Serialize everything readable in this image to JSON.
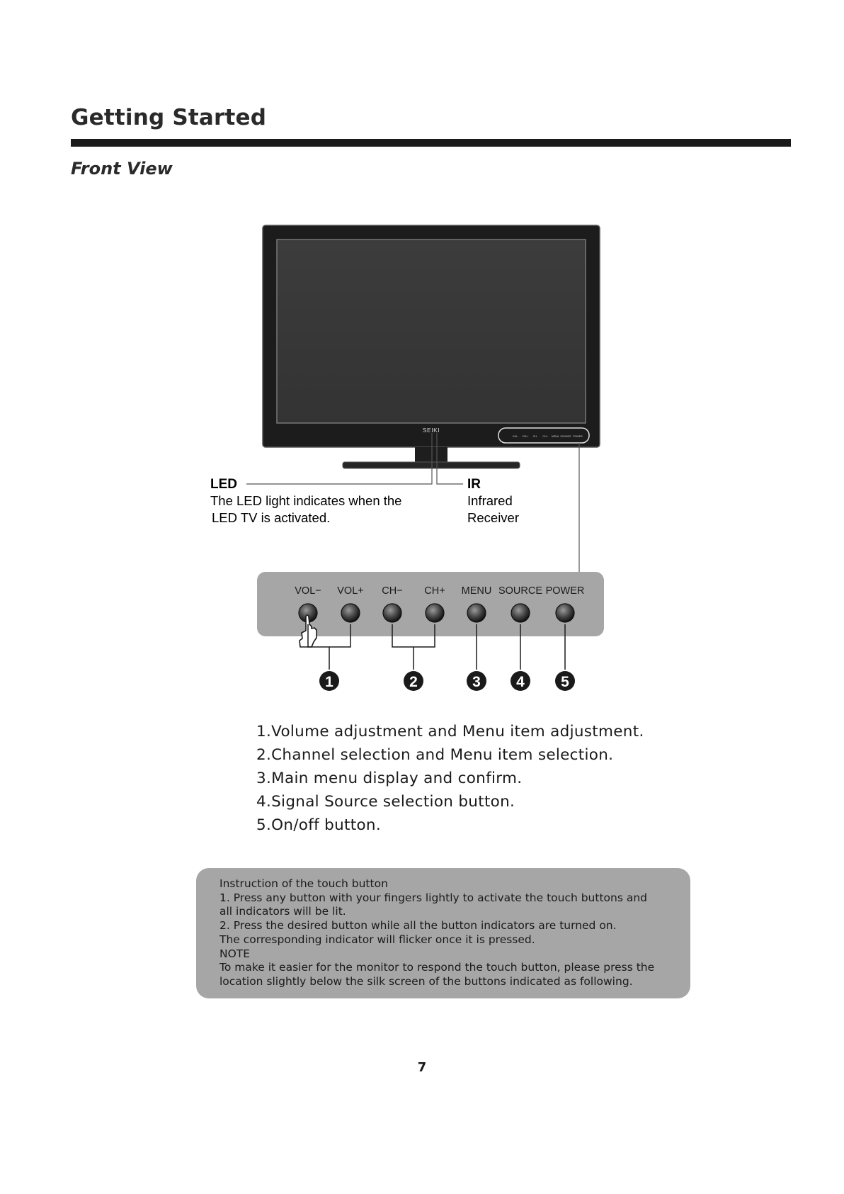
{
  "header": {
    "title": "Getting Started",
    "subtitle": "Front View"
  },
  "tv": {
    "brand": "SEIKI",
    "panel_labels": [
      "VOL-",
      "VOL+",
      "CH-",
      "CH+",
      "MENU",
      "SOURCE",
      "POWER"
    ]
  },
  "callouts": {
    "led": {
      "title": "LED",
      "lines": [
        "The LED light indicates when the",
        "LED TV is activated."
      ]
    },
    "ir": {
      "title": "IR",
      "lines": [
        "Infrared",
        "Receiver"
      ]
    }
  },
  "button_panel": {
    "labels": [
      "VOL−",
      "VOL+",
      "CH−",
      "CH+",
      "MENU",
      "SOURCE",
      "POWER"
    ],
    "markers": [
      "1",
      "2",
      "3",
      "4",
      "5"
    ]
  },
  "features": [
    "1.Volume adjustment and Menu item adjustment.",
    "2.Channel selection and Menu item selection.",
    "3.Main menu display and confirm.",
    "4.Signal Source selection button.",
    "5.On/off button."
  ],
  "note": {
    "lines": [
      "Instruction of the touch button",
      "1. Press any button with your fingers lightly to activate the touch buttons and",
      "all indicators will be lit.",
      "2. Press the desired button while all the button indicators are turned on.",
      "The corresponding indicator will flicker once it is pressed.",
      "NOTE",
      "To make it easier for the monitor to respond the touch button, please press the",
      "location slightly below the silk screen of the buttons indicated as following."
    ]
  },
  "page_number": "7",
  "colors": {
    "panel_gray": "#a6a6a6",
    "tv_body": "#1c1c1c",
    "screen": "#3a3a3a",
    "marker": "#1a1a1a"
  }
}
